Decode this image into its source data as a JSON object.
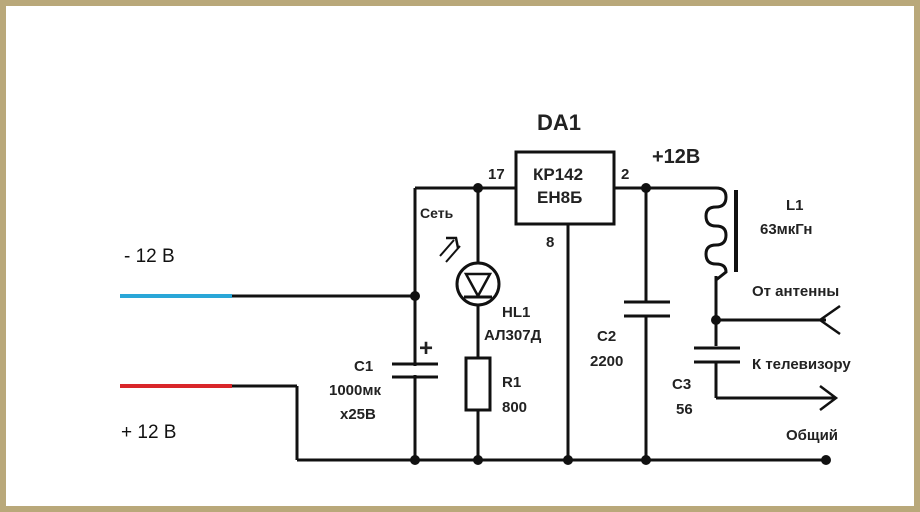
{
  "labels": {
    "ic_name": "DA1",
    "ic_line1": "КР142",
    "ic_line2": "ЕН8Б",
    "pin_in": "17",
    "pin_out": "2",
    "pin_gnd": "8",
    "out_voltage": "+12В",
    "neg_supply": "- 12 В",
    "pos_supply": "+ 12 В",
    "led_tag": "Сеть",
    "hl1_name": "HL1",
    "hl1_value": "АЛ307Д",
    "r1_name": "R1",
    "r1_value": "800",
    "c1_name": "C1",
    "c1_value1": "1000мк",
    "c1_value2": "x25B",
    "c1_polarity": "+",
    "c2_name": "C2",
    "c2_value": "2200",
    "c3_name": "C3",
    "c3_value": "56",
    "l1_name": "L1",
    "l1_value": "63мкГн",
    "from_antenna": "От антенны",
    "to_tv": "К телевизору",
    "common": "Общий"
  },
  "colors": {
    "negative_lead": "#2aa7d8",
    "positive_lead": "#d9262a",
    "wire": "#111111",
    "frame": "#b9a87a"
  }
}
